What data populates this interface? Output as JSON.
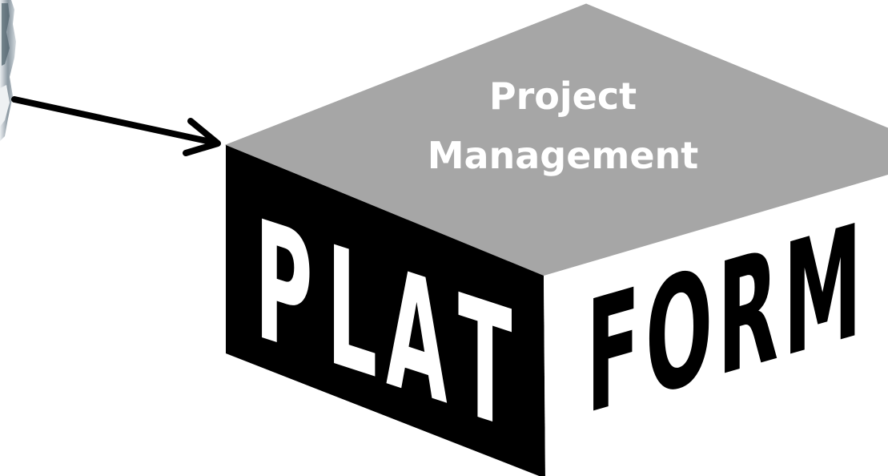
{
  "top_face": {
    "line1": "Project",
    "line2": "Management"
  },
  "left_face": {
    "letters": [
      "P",
      "L",
      "A",
      "T"
    ]
  },
  "right_face": {
    "letters": [
      "F",
      "O",
      "R",
      "M"
    ]
  },
  "colors": {
    "top_face": "#a6a6a6",
    "left_face": "#000000",
    "right_face": "#ffffff",
    "top_text": "#ffffff",
    "left_letters": "#ffffff",
    "right_letters": "#000000",
    "arrow": "#000000"
  }
}
